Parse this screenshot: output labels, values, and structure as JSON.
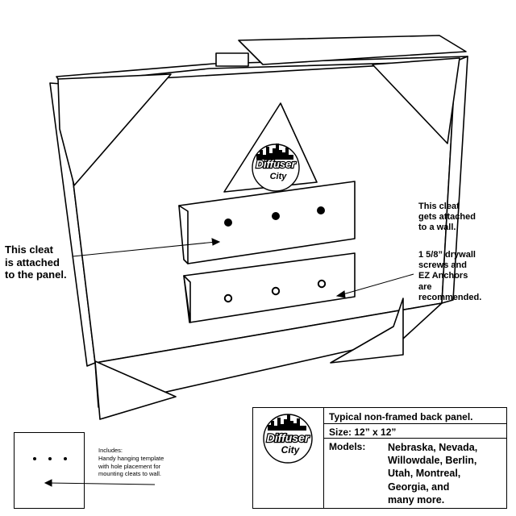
{
  "logo": {
    "line1": "Diffuser",
    "line2": "City"
  },
  "callouts": {
    "panel_cleat": [
      "This cleat",
      "is attached",
      "to the panel."
    ],
    "wall_cleat": [
      "This cleat",
      "gets attached",
      "to a wall."
    ],
    "screws": [
      "1 5/8” drywall",
      "screws and",
      "EZ Anchors",
      "are",
      "recommended."
    ]
  },
  "template": {
    "lines": [
      "Includes:",
      "Handy hanging template",
      "with hole placement for",
      "mounting cleats to wall."
    ]
  },
  "info_table": {
    "description": "Typical non-framed back panel.",
    "size": "Size: 12” x 12”",
    "models_label": "Models:",
    "models": [
      "Nebraska, Nevada,",
      "Willowdale, Berlin,",
      "Utah, Montreal,",
      "Georgia, and",
      "many more."
    ]
  },
  "colors": {
    "line": "#000000",
    "background": "#ffffff"
  }
}
